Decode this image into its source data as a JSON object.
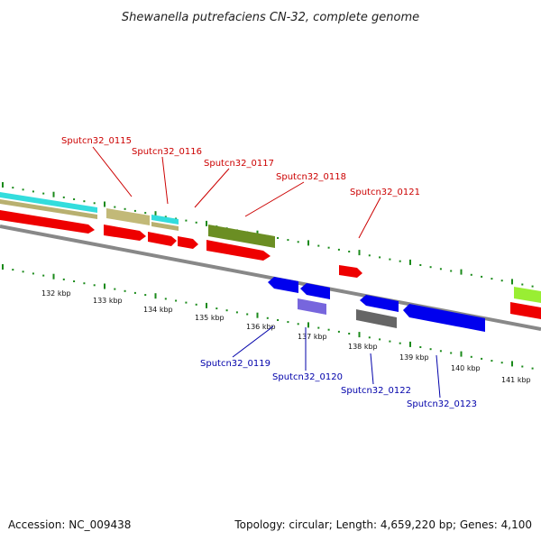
{
  "title": "Shewanella putrefaciens CN-32, complete genome",
  "footer": {
    "accession": "Accession: NC_009438",
    "summary": "Topology: circular; Length: 4,659,220 bp; Genes: 4,100"
  },
  "colors": {
    "label_forward": "#cc0000",
    "label_reverse": "#0000aa",
    "backbone": "#888888",
    "tick_green": "#1a8a1a"
  },
  "ticks": [
    "132 kbp",
    "133 kbp",
    "134 kbp",
    "135 kbp",
    "136 kbp",
    "137 kbp",
    "138 kbp",
    "139 kbp",
    "140 kbp",
    "141 kbp"
  ],
  "gene_labels": [
    {
      "text": "Sputcn32_0115",
      "strand": "forward"
    },
    {
      "text": "Sputcn32_0116",
      "strand": "forward"
    },
    {
      "text": "Sputcn32_0117",
      "strand": "forward"
    },
    {
      "text": "Sputcn32_0118",
      "strand": "forward"
    },
    {
      "text": "Sputcn32_0121",
      "strand": "forward"
    },
    {
      "text": "Sputcn32_0119",
      "strand": "reverse"
    },
    {
      "text": "Sputcn32_0120",
      "strand": "reverse"
    },
    {
      "text": "Sputcn32_0122",
      "strand": "reverse"
    },
    {
      "text": "Sputcn32_0123",
      "strand": "reverse"
    }
  ]
}
